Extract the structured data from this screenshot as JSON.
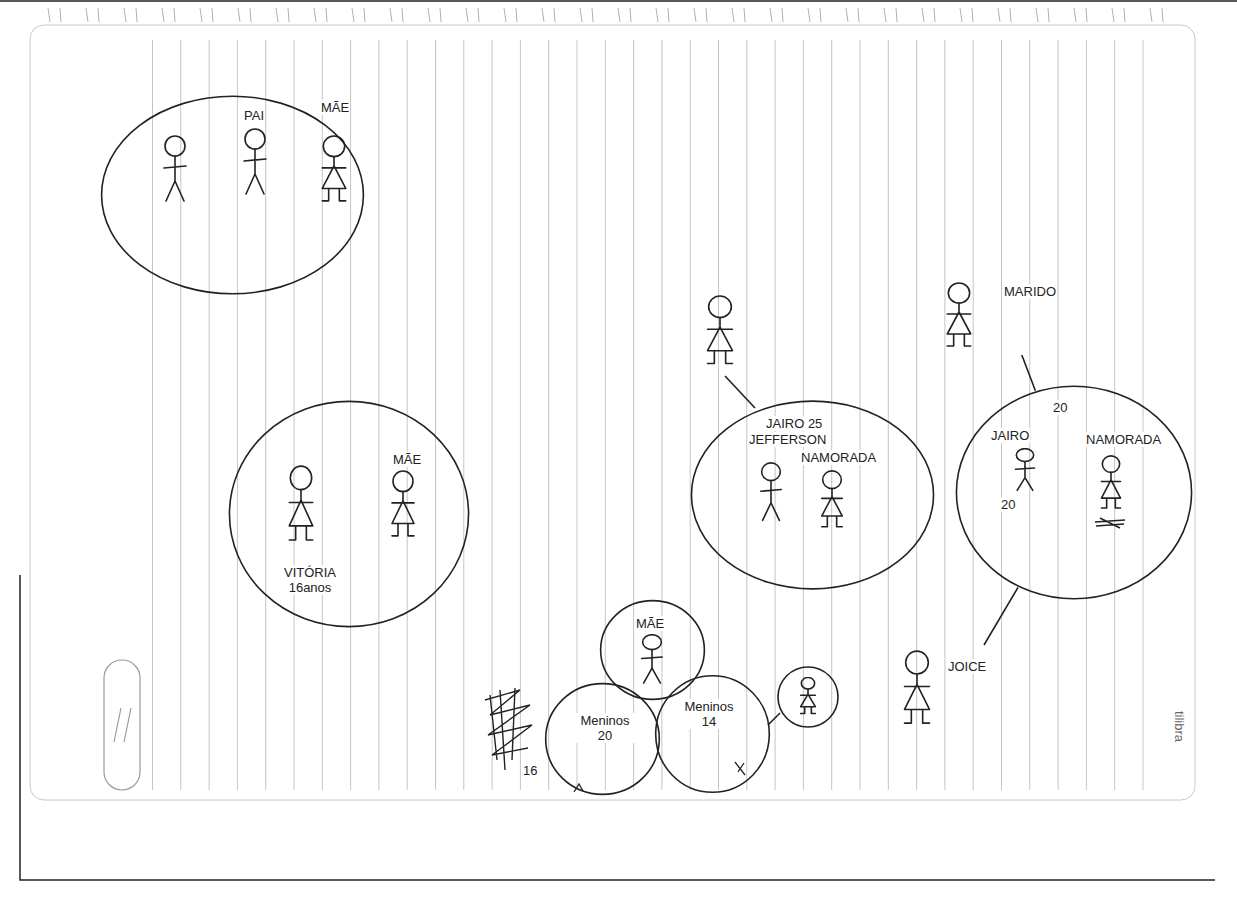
{
  "diagram": {
    "nodes": [
      {
        "text": [
          "PAI",
          "MÃE"
        ]
      },
      {
        "text": [
          "MARIDO"
        ]
      },
      {
        "text": [
          "JAIRO 25",
          "JEFFERSON",
          "NAMORADA"
        ]
      },
      {
        "text": [
          "20",
          "JAIRO",
          "NAMORADA",
          "20"
        ]
      },
      {
        "text": [
          "MÃE",
          "VITÓRIA 16anos"
        ]
      },
      {
        "text": [
          "JOICE"
        ]
      },
      {
        "text": [
          "MÃE"
        ]
      },
      {
        "text": [
          "Meninos 20"
        ]
      },
      {
        "text": [
          "Meninos 14"
        ]
      }
    ],
    "edges": [
      {
        "from": 1,
        "to": 3,
        "arrow": "none"
      },
      {
        "from": 5,
        "to": 3,
        "arrow": "none"
      }
    ],
    "labels": [
      "16",
      "tilibra"
    ]
  }
}
